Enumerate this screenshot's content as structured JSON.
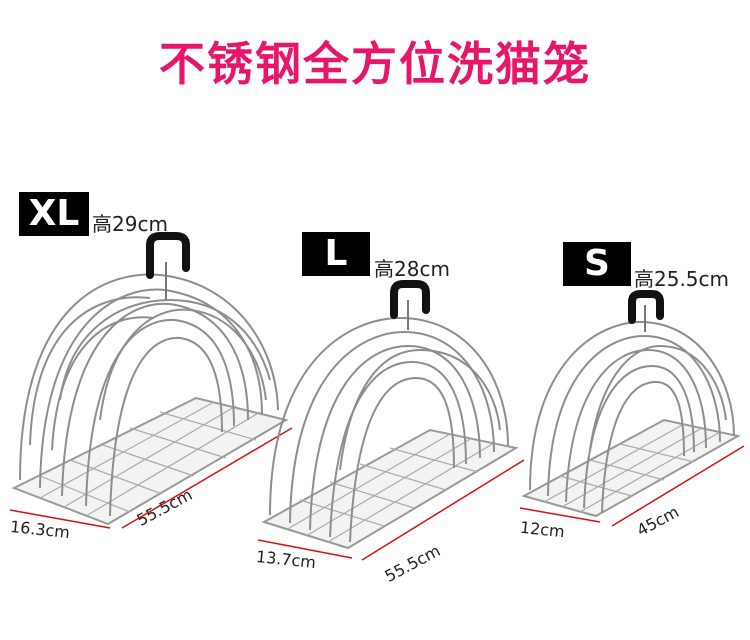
{
  "title": "不锈钢全方位洗猫笼",
  "colors": {
    "title": "#e8166b",
    "dimension_line": "#d81010",
    "wire": "#8e8e8e",
    "handle": "#111111"
  },
  "products": [
    {
      "size": "XL",
      "height_label": "高29cm",
      "width_label": "16.3cm",
      "length_label": "55.5cm"
    },
    {
      "size": "L",
      "height_label": "高28cm",
      "width_label": "13.7cm",
      "length_label": "55.5cm"
    },
    {
      "size": "S",
      "height_label": "高25.5cm",
      "width_label": "12cm",
      "length_label": "45cm"
    }
  ]
}
